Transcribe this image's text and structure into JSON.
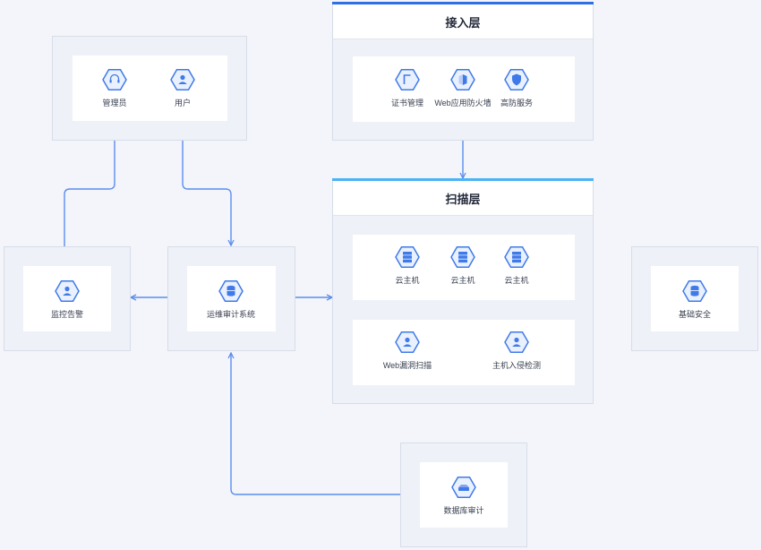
{
  "colors": {
    "connector": "#5b8def",
    "icon": "#3f7ae8",
    "access_bar": "#2f6fe4",
    "scan_bar": "#4ab3f4"
  },
  "layers": {
    "access": {
      "title": "接入层",
      "items": [
        {
          "icon": "certificate-icon",
          "label": "证书管理"
        },
        {
          "icon": "firewall-icon",
          "label": "Web应用防火墙"
        },
        {
          "icon": "shield-icon",
          "label": "高防服务"
        }
      ]
    },
    "scan": {
      "title": "扫描层",
      "hosts": [
        {
          "icon": "server-icon",
          "label": "云主机"
        },
        {
          "icon": "server-icon",
          "label": "云主机"
        },
        {
          "icon": "server-icon",
          "label": "云主机"
        }
      ],
      "tools": [
        {
          "icon": "scan-icon",
          "label": "Web漏洞扫描"
        },
        {
          "icon": "scan-icon",
          "label": "主机入侵检测"
        }
      ]
    }
  },
  "users": [
    {
      "icon": "headset-icon",
      "label": "管理员"
    },
    {
      "icon": "user-icon",
      "label": "用户"
    }
  ],
  "monitor": {
    "icon": "user-icon",
    "label": "监控告警"
  },
  "ops": {
    "icon": "database-icon",
    "label": "运维审计系统"
  },
  "base": {
    "icon": "database-icon",
    "label": "基础安全"
  },
  "db_audit": {
    "icon": "disk-icon",
    "label": "数据库审计"
  }
}
